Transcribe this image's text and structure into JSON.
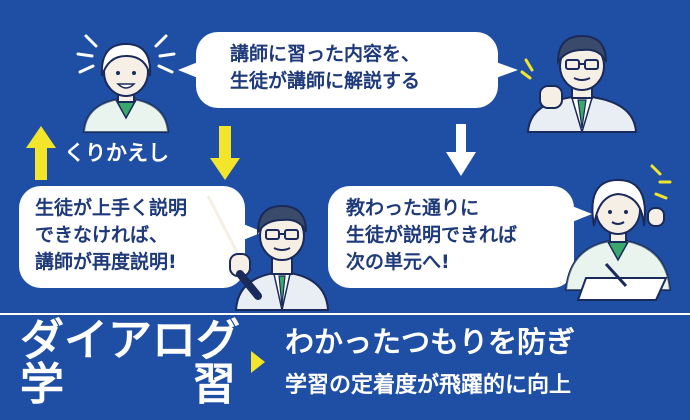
{
  "colors": {
    "background": "#1f4fa5",
    "bubble": "#ffffff",
    "bubble_text": "#1f3a7a",
    "accent_yellow": "#f2e52a",
    "necktie_green": "#3aa86b"
  },
  "flow": {
    "top_bubble": [
      "講師に習った内容を、",
      "生徒が講師に解説する"
    ],
    "left_bubble": [
      "生徒が上手く説明",
      "できなければ、",
      "講師が再度説明!"
    ],
    "right_bubble": [
      "教わった通りに",
      "生徒が説明できれば",
      "次の単元へ!"
    ],
    "repeat_label": "くりかえし"
  },
  "footer": {
    "title_line1": "ダイアログ",
    "title_line2_a": "学",
    "title_line2_b": "習",
    "result_line1": "わかったつもりを防ぎ",
    "result_line2": "学習の定着度が飛躍的に向上"
  },
  "icons": [
    "student-girl-icon",
    "teacher-man-icon",
    "up-arrow-icon",
    "down-arrow-icon",
    "flow-down-arrow-icon",
    "play-triangle-icon"
  ]
}
